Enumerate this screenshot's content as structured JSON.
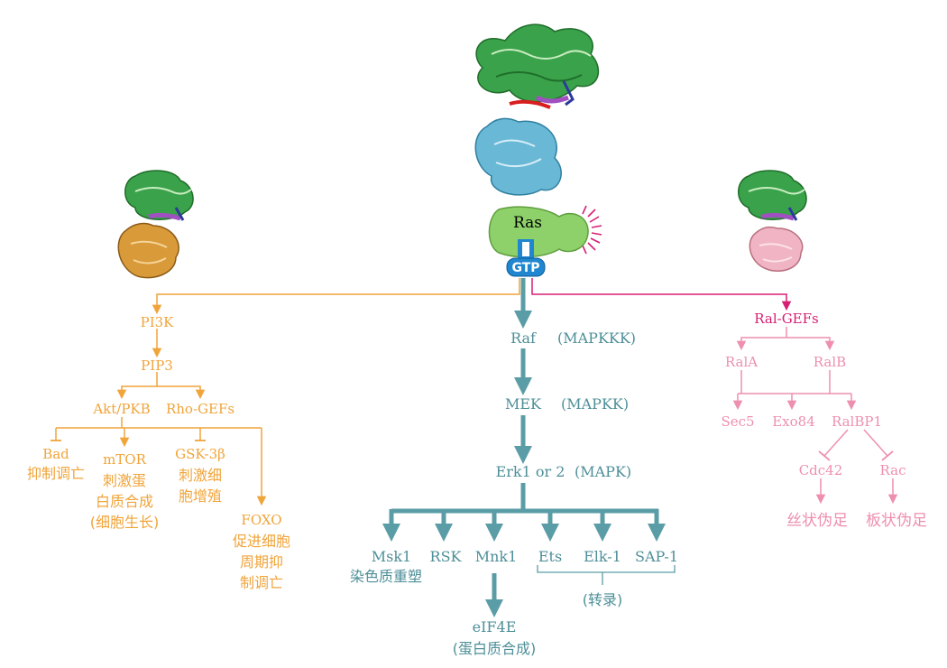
{
  "colors": {
    "orange": "#f0a43a",
    "orange_dark": "#e08a1e",
    "teal": "#5b9da6",
    "teal_text": "#4e8f98",
    "pink": "#ee8fb0",
    "magenta": "#d61f73",
    "ras_green": "#8ed16a",
    "gtp_blue": "#1f86cf",
    "protein_green": "#3aa24a",
    "protein_cyan": "#69b8d6",
    "protein_orange": "#d99a3a",
    "protein_pink": "#f1b4c4",
    "protein_purple": "#a050c0"
  },
  "center": {
    "ras_label": "Ras",
    "gtp_label": "GTP"
  },
  "pi3k_branch": {
    "pi3k": "PI3K",
    "pip3": "PIP3",
    "akt": "Akt/PKB",
    "rho": "Rho-GEFs",
    "bad": "Bad",
    "bad_desc": "抑制调亡",
    "mtor": "mTOR",
    "mtor_desc": [
      "刺激蛋",
      "白质合成",
      "(细胞生长)"
    ],
    "gsk": "GSK-3β",
    "gsk_desc": [
      "刺激细",
      "胞增殖"
    ],
    "foxo": "FOXO",
    "foxo_desc": [
      "促进细胞",
      "周期抑",
      "制调亡"
    ]
  },
  "mapk_branch": {
    "raf": "Raf",
    "raf_note": "(MAPKKK)",
    "mek": "MEK",
    "mek_note": "(MAPKK)",
    "erk": "Erk1 or 2",
    "erk_note": "(MAPK)",
    "targets": [
      "Msk1",
      "RSK",
      "Mnk1",
      "Ets",
      "Elk-1",
      "SAP-1"
    ],
    "msk1_desc": "染色质重塑",
    "transcription": "(转录)",
    "eif4e": "eIF4E",
    "eif4e_desc": "(蛋白质合成)"
  },
  "ral_branch": {
    "ral_gefs": "Ral-GEFs",
    "rala": "RalA",
    "ralb": "RalB",
    "sec5": "Sec5",
    "exo84": "Exo84",
    "ralbp1": "RalBP1",
    "cdc42": "Cdc42",
    "rac": "Rac",
    "filopodia": "丝状伪足",
    "lamellipodia": "板状伪足"
  }
}
